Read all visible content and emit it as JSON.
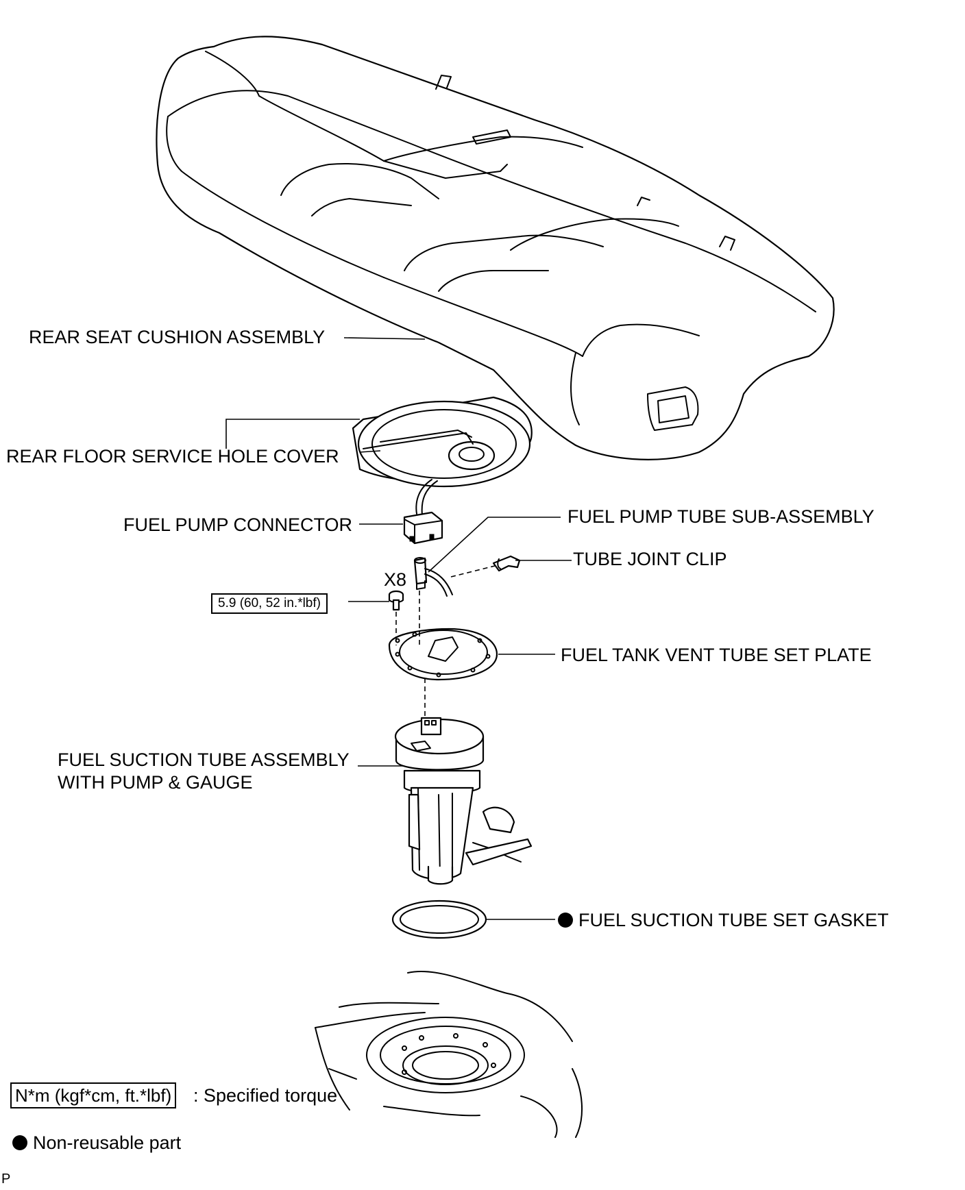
{
  "labels": {
    "rear_seat_cushion": "REAR SEAT CUSHION ASSEMBLY",
    "service_hole_cover": "REAR FLOOR SERVICE HOLE COVER",
    "fuel_pump_connector": "FUEL PUMP CONNECTOR",
    "fuel_pump_tube": "FUEL PUMP TUBE SUB-ASSEMBLY",
    "tube_joint_clip": "TUBE JOINT CLIP",
    "quantity": "X8",
    "vent_tube_plate": "FUEL TANK VENT TUBE SET PLATE",
    "suction_tube_line1": "FUEL SUCTION TUBE ASSEMBLY",
    "suction_tube_line2": "WITH PUMP & GAUGE",
    "set_gasket": "FUEL SUCTION TUBE SET GASKET"
  },
  "torque": {
    "value": "5.9 (60, 52 in.*lbf)"
  },
  "legend": {
    "torque_units": "N*m (kgf*cm, ft.*lbf)",
    "torque_desc": ": Specified torque",
    "nonreusable": "Non-reusable part"
  },
  "corner_mark": "P"
}
